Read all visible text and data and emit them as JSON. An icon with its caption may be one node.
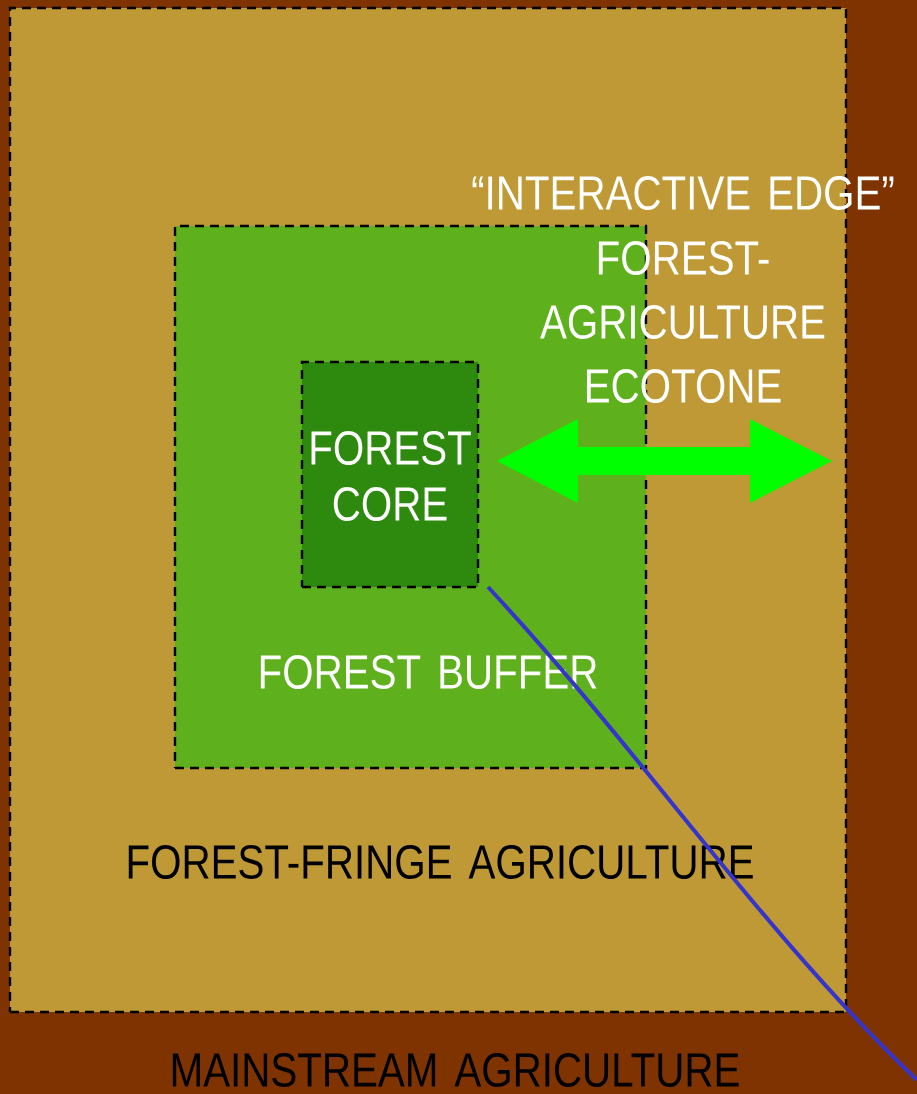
{
  "diagram": {
    "nodes": [
      {
        "text": [
          "MAINSTREAM AGRICULTURE"
        ]
      },
      {
        "text": [
          "FOREST-FRINGE AGRICULTURE"
        ],
        "in": 0
      },
      {
        "text": [
          "FOREST BUFFER"
        ],
        "in": 1
      },
      {
        "text": [
          "FOREST CORE"
        ],
        "in": 2
      }
    ],
    "edges": [],
    "labels": [
      "“INTERACTIVE EDGE”",
      "FOREST- AGRICULTURE ECOTONE"
    ]
  }
}
